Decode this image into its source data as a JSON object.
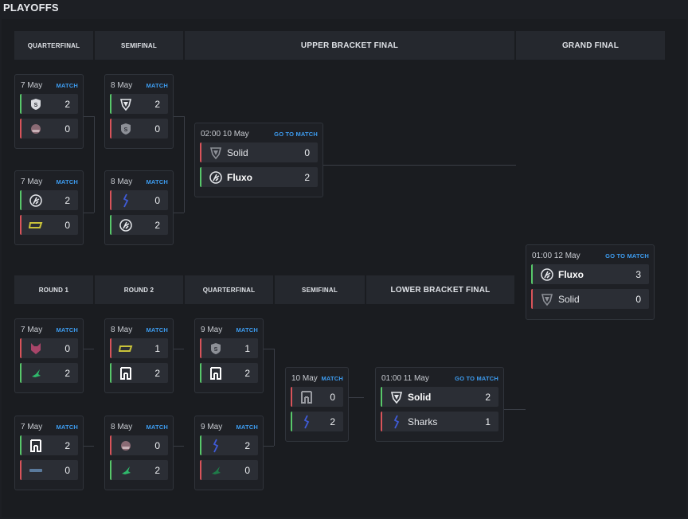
{
  "title": "PLAYOFFS",
  "upper_headers": [
    "QUARTERFINAL",
    "SEMIFINAL",
    "UPPER BRACKET FINAL",
    "GRAND FINAL"
  ],
  "lower_headers": [
    "ROUND 1",
    "ROUND 2",
    "QUARTERFINAL",
    "SEMIFINAL",
    "LOWER BRACKET FINAL"
  ],
  "colors": {
    "win": "#58c86a",
    "lose": "#d9545a",
    "link": "#3d9cf0"
  },
  "matches": {
    "uqf1": {
      "date": "7 May",
      "link": "MATCH",
      "t1": {
        "icon": "solid-logo-icon",
        "score": "2"
      },
      "t2": {
        "icon": "rising-team-logo-icon",
        "score": "0"
      }
    },
    "uqf2": {
      "date": "7 May",
      "link": "MATCH",
      "t1": {
        "icon": "fluxo-logo-icon",
        "score": "2"
      },
      "t2": {
        "icon": "yellow-team-logo-icon",
        "score": "0"
      }
    },
    "usf1": {
      "date": "8 May",
      "link": "MATCH",
      "t1": {
        "icon": "shield-team-logo-icon",
        "score": "2"
      },
      "t2": {
        "icon": "solid-logo-icon",
        "score": "0"
      }
    },
    "usf2": {
      "date": "8 May",
      "link": "MATCH",
      "t1": {
        "icon": "sharks-logo-icon",
        "score": "0"
      },
      "t2": {
        "icon": "fluxo-logo-icon",
        "score": "2"
      }
    },
    "ubf": {
      "date": "02:00  10 May",
      "link": "GO TO MATCH",
      "t1": {
        "icon": "shield-team-logo-icon",
        "name": "Solid",
        "score": "0"
      },
      "t2": {
        "icon": "fluxo-logo-icon",
        "name": "Fluxo",
        "score": "2"
      }
    },
    "gf": {
      "date": "01:00  12 May",
      "link": "GO TO MATCH",
      "t1": {
        "icon": "fluxo-logo-icon",
        "name": "Fluxo",
        "score": "3"
      },
      "t2": {
        "icon": "shield-team-logo-icon",
        "name": "Solid",
        "score": "0"
      }
    },
    "lr1a": {
      "date": "7 May",
      "link": "MATCH",
      "t1": {
        "icon": "fox-team-logo-icon",
        "score": "0"
      },
      "t2": {
        "icon": "green-team-logo-icon",
        "score": "2"
      }
    },
    "lr1b": {
      "date": "7 May",
      "link": "MATCH",
      "t1": {
        "icon": "gm-team-logo-icon",
        "score": "2"
      },
      "t2": {
        "icon": "blue-team-logo-icon",
        "score": "0"
      }
    },
    "lr2a": {
      "date": "8 May",
      "link": "MATCH",
      "t1": {
        "icon": "yellow-team-logo-icon",
        "score": "1"
      },
      "t2": {
        "icon": "gm-team-logo-icon",
        "score": "2"
      }
    },
    "lr2b": {
      "date": "8 May",
      "link": "MATCH",
      "t1": {
        "icon": "rising-team-logo-icon",
        "score": "0"
      },
      "t2": {
        "icon": "green-team-logo-icon",
        "score": "2"
      }
    },
    "lqfa": {
      "date": "9 May",
      "link": "MATCH",
      "t1": {
        "icon": "solid-logo-icon",
        "score": "1"
      },
      "t2": {
        "icon": "gm-team-logo-icon",
        "score": "2"
      }
    },
    "lqfb": {
      "date": "9 May",
      "link": "MATCH",
      "t1": {
        "icon": "sharks-logo-icon",
        "score": "2"
      },
      "t2": {
        "icon": "green-team-logo-icon",
        "score": "0"
      }
    },
    "lsf": {
      "date": "10 May",
      "link": "MATCH",
      "t1": {
        "icon": "gm-team-logo-icon",
        "score": "0"
      },
      "t2": {
        "icon": "sharks-logo-icon",
        "score": "2"
      }
    },
    "lbf": {
      "date": "01:00  11 May",
      "link": "GO TO MATCH",
      "t1": {
        "icon": "shield-team-logo-icon",
        "name": "Solid",
        "score": "2"
      },
      "t2": {
        "icon": "sharks-logo-icon",
        "name": "Sharks",
        "score": "1"
      }
    }
  }
}
